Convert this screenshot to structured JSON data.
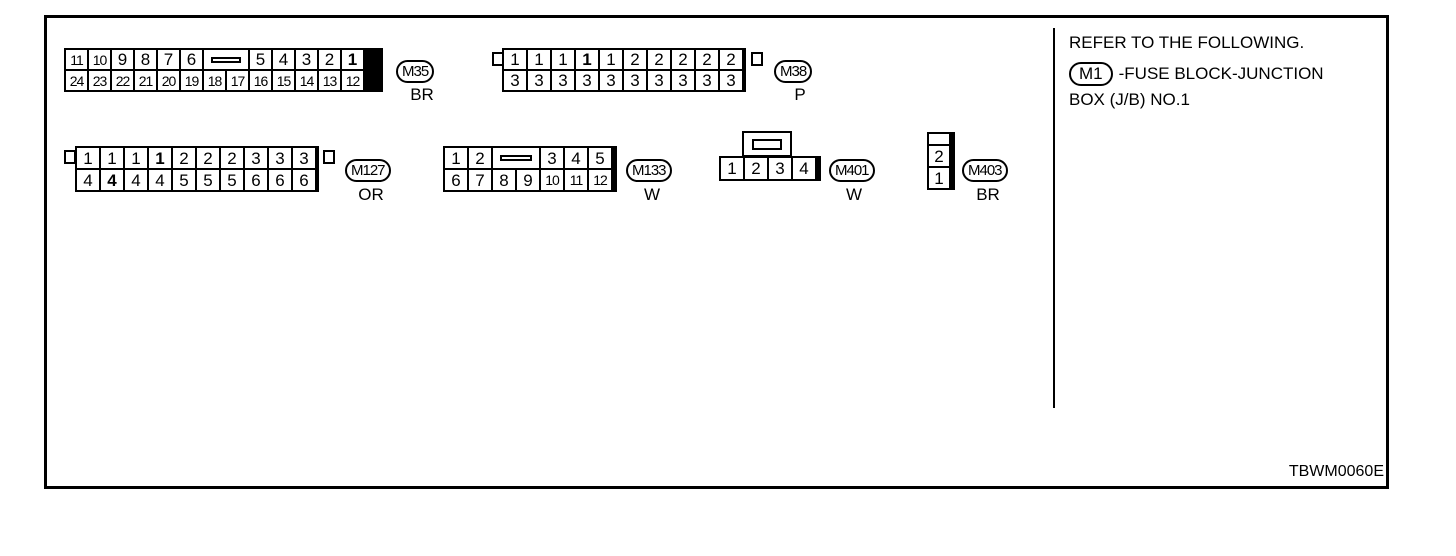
{
  "refer": {
    "heading": "REFER TO THE FOLLOWING.",
    "badge": "M1",
    "line1": "-FUSE BLOCK-JUNCTION",
    "line2": "BOX (J/B) NO.1"
  },
  "code": "TBWM0060E",
  "connectors": {
    "m35": {
      "id": "M35",
      "color": "BR",
      "top": [
        "11",
        "10",
        "9",
        "8",
        "7",
        "6",
        "",
        "5",
        "4",
        "3",
        "2",
        "1"
      ],
      "bottom": [
        "24",
        "23",
        "22",
        "21",
        "20",
        "19",
        "18",
        "17",
        "16",
        "15",
        "14",
        "13",
        "12"
      ]
    },
    "m38": {
      "id": "M38",
      "color": "P",
      "top": [
        "1",
        "1",
        "1",
        "1",
        "1",
        "2",
        "2",
        "2",
        "2",
        "2"
      ],
      "bottom": [
        "3",
        "3",
        "3",
        "3",
        "3",
        "3",
        "3",
        "3",
        "3",
        "3"
      ]
    },
    "m127": {
      "id": "M127",
      "color": "OR",
      "top": [
        "1",
        "1",
        "1",
        "1",
        "2",
        "2",
        "2",
        "3",
        "3",
        "3"
      ],
      "bottom": [
        "4",
        "4",
        "4",
        "4",
        "5",
        "5",
        "5",
        "6",
        "6",
        "6"
      ]
    },
    "m133": {
      "id": "M133",
      "color": "W",
      "top": [
        "1",
        "2",
        "",
        "3",
        "4",
        "5"
      ],
      "bottom": [
        "6",
        "7",
        "8",
        "9",
        "10",
        "11",
        "12"
      ]
    },
    "m401": {
      "id": "M401",
      "color": "W",
      "cells": [
        "1",
        "2",
        "3",
        "4"
      ]
    },
    "m403": {
      "id": "M403",
      "color": "BR",
      "cells": [
        "2",
        "1"
      ]
    }
  }
}
